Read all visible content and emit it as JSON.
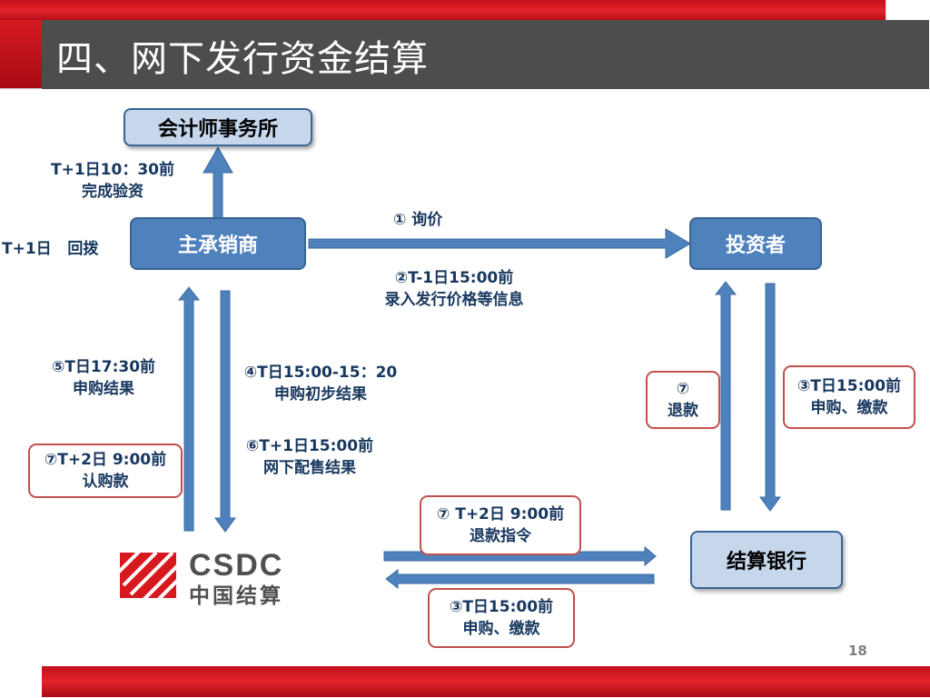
{
  "slide": {
    "title": "四、网下发行资金结算",
    "page_number": "18"
  },
  "nodes": {
    "accounting_firm": "会计师事务所",
    "lead_underwriter": "主承销商",
    "investor": "投资者",
    "settlement_bank": "结算银行"
  },
  "logo": {
    "latin": "CSDC",
    "chinese": "中国结算"
  },
  "labels": {
    "verify_line1": "T+1日10：30前",
    "verify_line2": "完成验资",
    "transfer": "T+1日   回拨",
    "inquiry": "① 询价",
    "entry_line1": "②T-1日15:00前",
    "entry_line2": "录入发行价格等信息",
    "result_line1": "⑤T日17:30前",
    "result_line2": "申购结果",
    "prelim_line1": "④T日15:00-15：20",
    "prelim_line2": "申购初步结果",
    "placement_line1": "⑥T+1日15:00前",
    "placement_line2": "网下配售结果",
    "subscribe_line1": "⑦T+2日 9:00前",
    "subscribe_line2": "认购款",
    "refund_line1": "⑦",
    "refund_line2": "退款",
    "pay_right_line1": "③T日15:00前",
    "pay_right_line2": "申购、缴款",
    "refund_instr_line1": "⑦ T+2日 9:00前",
    "refund_instr_line2": "退款指令",
    "pay_bottom_line1": "③T日15:00前",
    "pay_bottom_line2": "申购、缴款"
  },
  "colors": {
    "accent_red": "#d7191f",
    "title_bar": "#4d4d4d",
    "node_blue": "#4f81bd",
    "node_light": "#c6d7ec",
    "arrow": "#4f81bd",
    "label_text": "#17375e",
    "callout_border": "#c0504d"
  }
}
